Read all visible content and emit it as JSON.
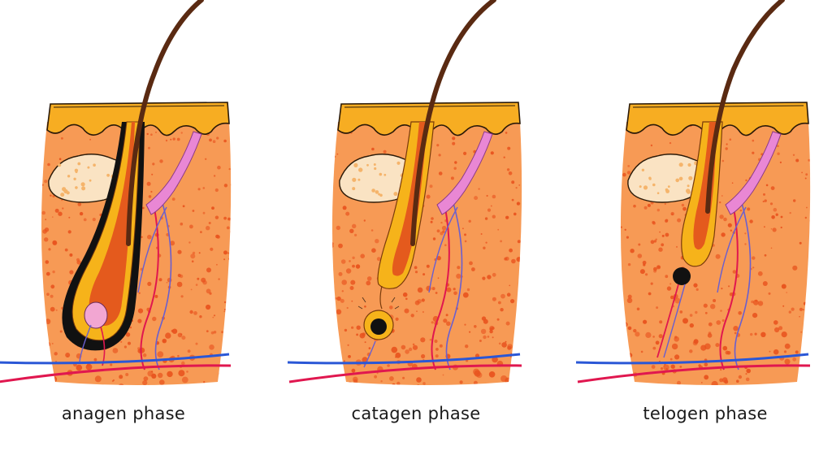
{
  "phases": [
    {
      "id": "anagen",
      "label": "anagen phase"
    },
    {
      "id": "catagen",
      "label": "catagen phase"
    },
    {
      "id": "telogen",
      "label": "telogen phase"
    }
  ],
  "colors": {
    "dermis": "#f79a55",
    "dermis_dots": "#e8531e",
    "epidermis": "#f7ad22",
    "epidermis_outline": "#2b1a08",
    "sebaceous_gland": "#fae3c3",
    "sebaceous_dots": "#f5b46b",
    "hair_shaft": "#5a2a12",
    "follicle_sheath": "#f6b31a",
    "follicle_inner": "#e45a1d",
    "anagen_bulb_sheath": "#111111",
    "dermal_papilla": "#f2a6d2",
    "arrector_muscle": "#e987d4",
    "nerve": "#6a5fcf",
    "artery": "#e0174f",
    "vein": "#2a57d6",
    "telogen_club": "#111111"
  }
}
